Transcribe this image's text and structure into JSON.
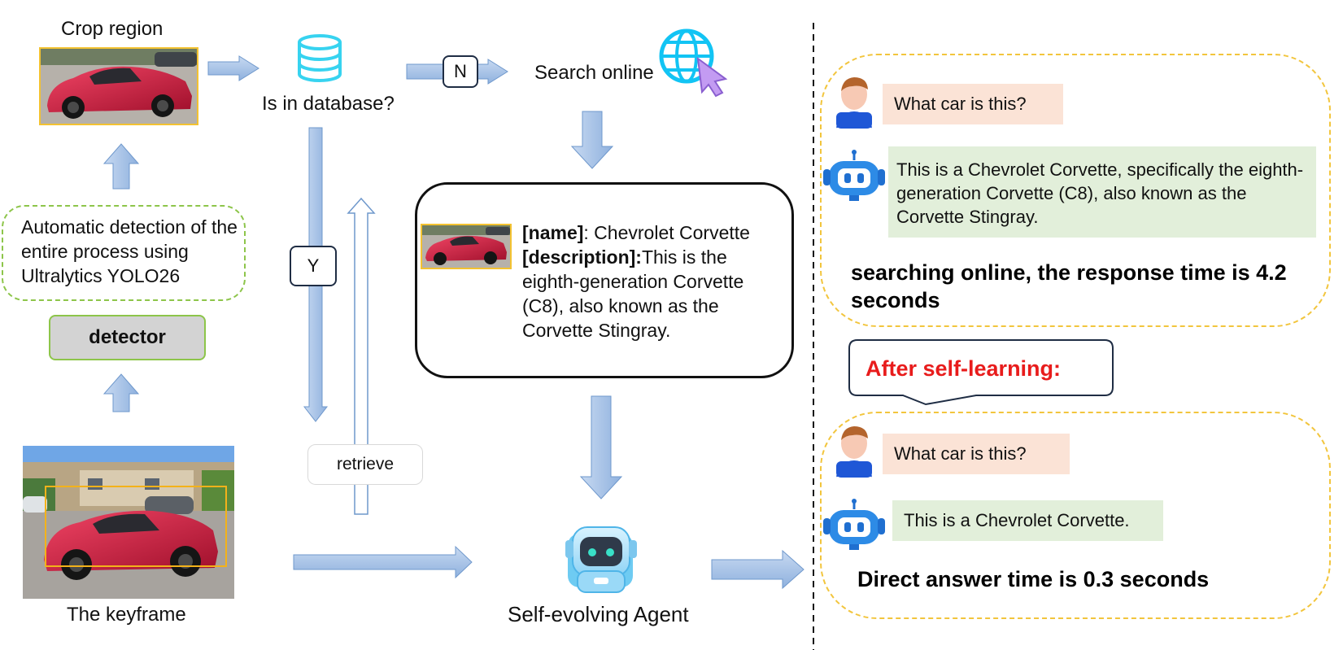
{
  "left": {
    "crop_region_label": "Crop region",
    "detection_note": "Automatic detection of the entire process using Ultralytics YOLO26",
    "detector_label": "detector",
    "keyframe_label": "The keyframe"
  },
  "middle": {
    "database_question": "Is in database?",
    "no_label": "N",
    "yes_label": "Y",
    "search_online_label": "Search online",
    "retrieve_label": "retrieve",
    "card": {
      "name_key": "[name]",
      "name_value": ": Chevrolet Corvette",
      "description_key": "[description]:",
      "description_value": "This is the eighth-generation Corvette (C8), also known as the Corvette Stingray."
    },
    "agent_label": "Self-evolving Agent"
  },
  "right": {
    "before": {
      "question": "What car is this?",
      "answer": "This is a Chevrolet Corvette, specifically the eighth-generation Corvette (C8), also known as the Corvette Stingray.",
      "timing": "searching online, the response time is 4.2 seconds"
    },
    "callout": "After self-learning:",
    "after": {
      "question": "What car is this?",
      "answer": "This is a Chevrolet Corvette.",
      "timing": "Direct answer time is 0.3 seconds"
    }
  },
  "colors": {
    "arrow_fill": "#9dbde6",
    "arrow_stroke": "#6f98cc",
    "green_dash": "#8dc54a",
    "yellow_dash": "#f2c53d",
    "question_bg": "#fbe3d6",
    "answer_bg": "#e2efda",
    "callout_red": "#e81c1c"
  }
}
